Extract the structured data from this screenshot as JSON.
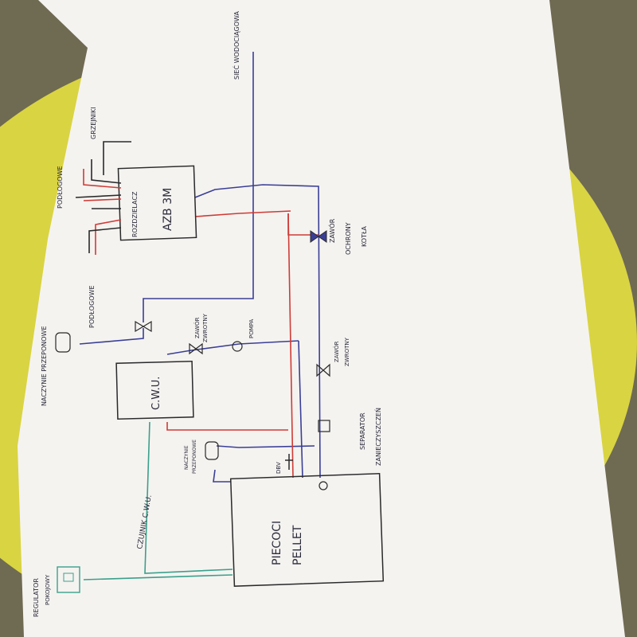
{
  "labels": {
    "siec": "SIEĆ WODOCIĄGOWA",
    "grzejniki": "GRZEJNIKI",
    "podlogowe_top": "PODŁOGOWE",
    "podlogowe_bottom": "PODŁOGOWE",
    "azb": "AZB 3M",
    "rozdzielacz": "ROZDZIELACZ",
    "zawor_ochrony": [
      "ZAWÓR",
      "OCHRONY",
      "KOTŁA"
    ],
    "naczynie_top": "NACZYNIE PRZEPONOWE",
    "zawor_zwrotny_1": [
      "ZAWÓR",
      "ZWROTNY"
    ],
    "pompa": "POMPA",
    "zawor_zwrotny_2": [
      "ZAWÓR",
      "ZWROTNY"
    ],
    "cwu": "C.W.U.",
    "separator": [
      "SEPARATOR",
      "ZANIECZYSZCZEŃ"
    ],
    "naczynie_mid": [
      "NACZYNIE",
      "PRZEPONOWE"
    ],
    "dbv": "DBV",
    "czujnik": "CZUJNIK C.W.U.",
    "kociol": [
      "PIECOCI",
      "PELLET"
    ],
    "regulator": [
      "REGULATOR",
      "POKOJOWY"
    ]
  },
  "colors": {
    "background": "#6f6a52",
    "plate": "#d9d442",
    "paper": "#f5f3f0",
    "blue_line": "#3a3f96",
    "red_line": "#cf3b36",
    "teal_line": "#3aa08c",
    "black_line": "#2a2a2a"
  }
}
